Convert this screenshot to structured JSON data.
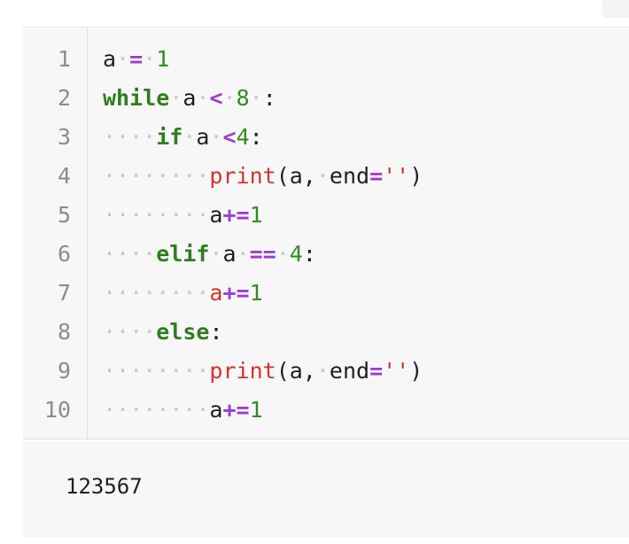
{
  "editor": {
    "lines": [
      {
        "number": "1",
        "tokens": [
          {
            "text": "a",
            "type": "var"
          },
          {
            "text": "·",
            "type": "ws"
          },
          {
            "text": "=",
            "type": "op"
          },
          {
            "text": "·",
            "type": "ws"
          },
          {
            "text": "1",
            "type": "num"
          }
        ]
      },
      {
        "number": "2",
        "tokens": [
          {
            "text": "while",
            "type": "kw"
          },
          {
            "text": "·",
            "type": "ws"
          },
          {
            "text": "a",
            "type": "var"
          },
          {
            "text": "·",
            "type": "ws"
          },
          {
            "text": "<",
            "type": "op"
          },
          {
            "text": "·",
            "type": "ws"
          },
          {
            "text": "8",
            "type": "num"
          },
          {
            "text": "·",
            "type": "ws"
          },
          {
            "text": ":",
            "type": "var"
          }
        ]
      },
      {
        "number": "3",
        "tokens": [
          {
            "text": "····",
            "type": "ws"
          },
          {
            "text": "if",
            "type": "kw"
          },
          {
            "text": "·",
            "type": "ws"
          },
          {
            "text": "a",
            "type": "var"
          },
          {
            "text": "·",
            "type": "ws"
          },
          {
            "text": "<",
            "type": "op"
          },
          {
            "text": "4",
            "type": "num"
          },
          {
            "text": ":",
            "type": "var"
          }
        ]
      },
      {
        "number": "4",
        "tokens": [
          {
            "text": "········",
            "type": "ws"
          },
          {
            "text": "print",
            "type": "fn"
          },
          {
            "text": "(a,",
            "type": "var"
          },
          {
            "text": "·",
            "type": "ws"
          },
          {
            "text": "end",
            "type": "var"
          },
          {
            "text": "=",
            "type": "op"
          },
          {
            "text": "''",
            "type": "str"
          },
          {
            "text": ")",
            "type": "var"
          }
        ]
      },
      {
        "number": "5",
        "tokens": [
          {
            "text": "········",
            "type": "ws"
          },
          {
            "text": "a",
            "type": "var"
          },
          {
            "text": "+=",
            "type": "op"
          },
          {
            "text": "1",
            "type": "num"
          }
        ]
      },
      {
        "number": "6",
        "tokens": [
          {
            "text": "····",
            "type": "ws"
          },
          {
            "text": "elif",
            "type": "kw"
          },
          {
            "text": "·",
            "type": "ws"
          },
          {
            "text": "a",
            "type": "var"
          },
          {
            "text": "·",
            "type": "ws"
          },
          {
            "text": "==",
            "type": "op"
          },
          {
            "text": "·",
            "type": "ws"
          },
          {
            "text": "4",
            "type": "num"
          },
          {
            "text": ":",
            "type": "var"
          }
        ]
      },
      {
        "number": "7",
        "tokens": [
          {
            "text": "········",
            "type": "ws"
          },
          {
            "text": "a",
            "type": "fn"
          },
          {
            "text": "+=",
            "type": "op"
          },
          {
            "text": "1",
            "type": "num"
          }
        ]
      },
      {
        "number": "8",
        "tokens": [
          {
            "text": "····",
            "type": "ws"
          },
          {
            "text": "else",
            "type": "kw"
          },
          {
            "text": ":",
            "type": "var"
          }
        ]
      },
      {
        "number": "9",
        "tokens": [
          {
            "text": "········",
            "type": "ws"
          },
          {
            "text": "print",
            "type": "fn"
          },
          {
            "text": "(a,",
            "type": "var"
          },
          {
            "text": "·",
            "type": "ws"
          },
          {
            "text": "end",
            "type": "var"
          },
          {
            "text": "=",
            "type": "op"
          },
          {
            "text": "''",
            "type": "str"
          },
          {
            "text": ")",
            "type": "var"
          }
        ]
      },
      {
        "number": "10",
        "tokens": [
          {
            "text": "········",
            "type": "ws"
          },
          {
            "text": "a",
            "type": "var"
          },
          {
            "text": "+=",
            "type": "op"
          },
          {
            "text": "1",
            "type": "num"
          }
        ]
      }
    ]
  },
  "output": {
    "text": "123567"
  },
  "colors": {
    "keyword": "#2f7d1f",
    "operator": "#9b3fcf",
    "number": "#2f8f1f",
    "function": "#d0342c"
  }
}
